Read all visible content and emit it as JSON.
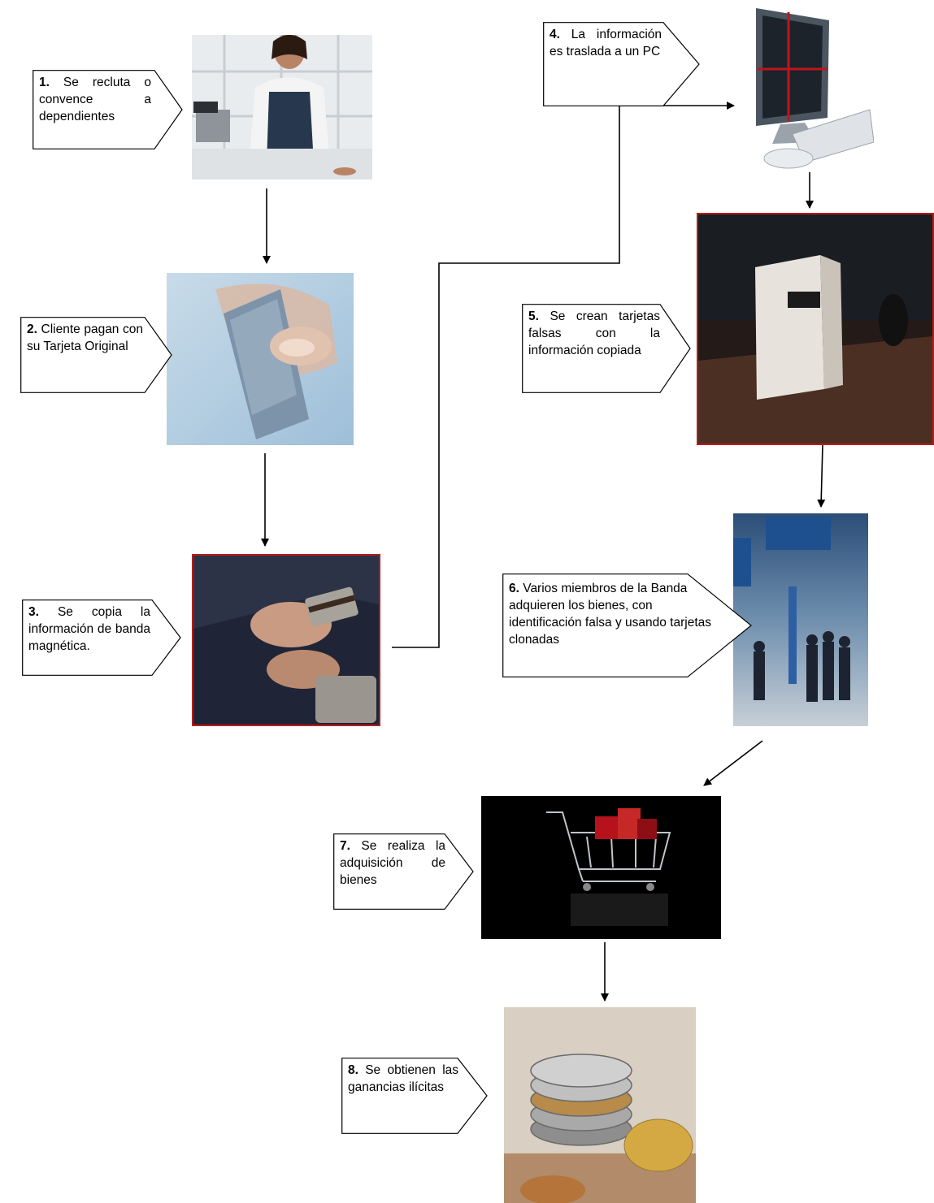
{
  "steps": [
    {
      "num": "1.",
      "text": "Se recluta o convence a dependientes"
    },
    {
      "num": "2.",
      "text": "Cliente pagan con su Tarjeta Original"
    },
    {
      "num": "3.",
      "text": "Se copia la información de banda magnética."
    },
    {
      "num": "4.",
      "text": "La información es traslada a un  PC"
    },
    {
      "num": "5.",
      "text": "Se crean tarjetas falsas con la información copiada"
    },
    {
      "num": "6.",
      "text": "Varios miembros de la Banda adquieren los bienes, con identificación falsa y usando tarjetas clonadas"
    },
    {
      "num": "7.",
      "text": "Se realiza la adquisición de bienes"
    },
    {
      "num": "8.",
      "text": "Se obtienen las ganancias ilícitas"
    }
  ],
  "colors": {
    "line": "#000000",
    "photo_border": "#b71c1c"
  },
  "icons": [
    "cashier-photo",
    "card-payment-photo",
    "card-skimming-photo",
    "computer-photo",
    "card-stack-photo",
    "airport-group-photo",
    "shopping-cart-photo",
    "coins-photo"
  ]
}
